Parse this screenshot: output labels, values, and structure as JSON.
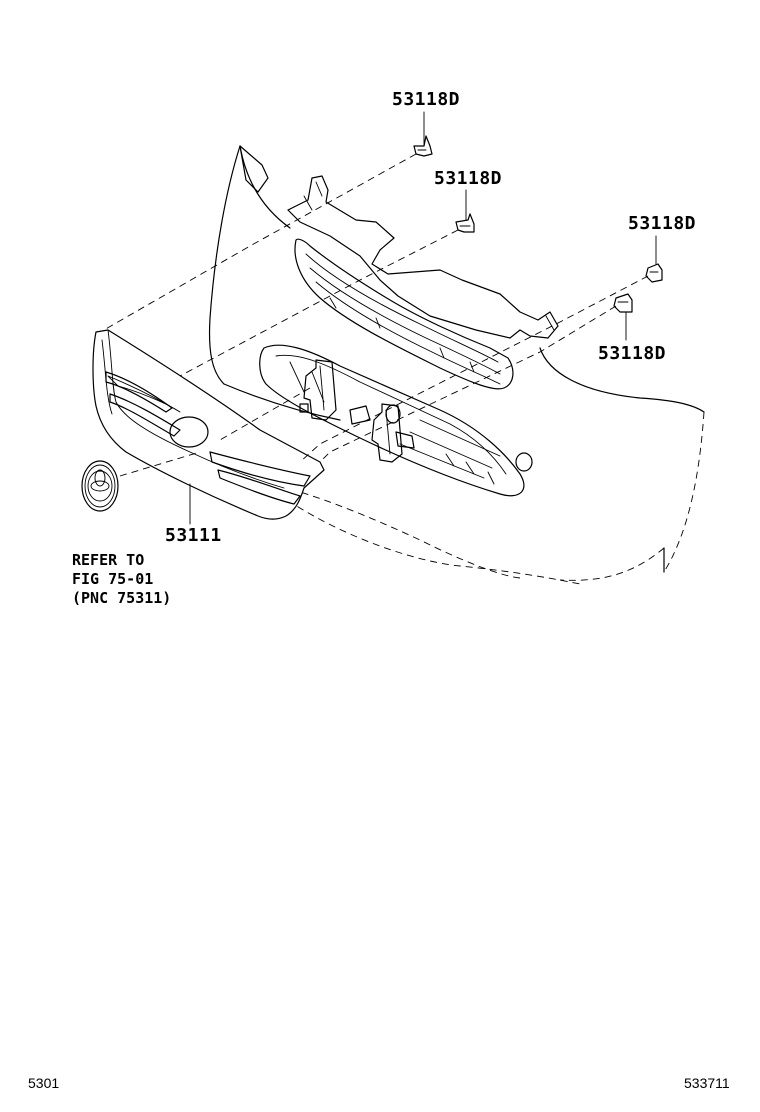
{
  "callouts": {
    "clip_top": "53118D",
    "clip_upper_mid": "53118D",
    "clip_right_upper": "53118D",
    "clip_right_lower": "53118D",
    "grille": "53111"
  },
  "reference_note": {
    "line1": "REFER TO",
    "line2": "FIG 75-01",
    "line3": "(PNC 75311)"
  },
  "footer": {
    "left_code": "5301",
    "right_code": "533711"
  }
}
